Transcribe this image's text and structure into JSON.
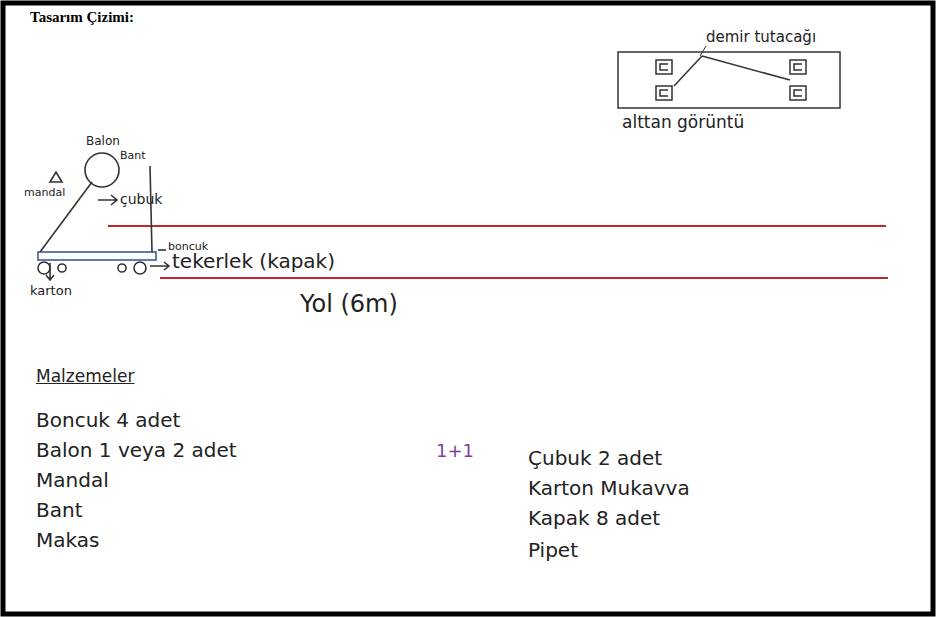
{
  "diagram": {
    "title": "Tasarım Çizimi:",
    "labels": [
      "demir tutacağı",
      "alttan görüntü",
      "Balon",
      "Bant",
      "mandal",
      "çubuk",
      "boncuk",
      "tekerlek (kapak)",
      "karton",
      "Yol (6m)",
      "Malzemeler",
      "Boncuk 4 adet",
      "Balon 1 veya 2 adet",
      "1+1",
      "Çubuk 2 adet",
      "Karton Mukavva",
      "Kapak 8 adet",
      "Mandal",
      "Bant",
      "Makas",
      "Pipet"
    ]
  }
}
